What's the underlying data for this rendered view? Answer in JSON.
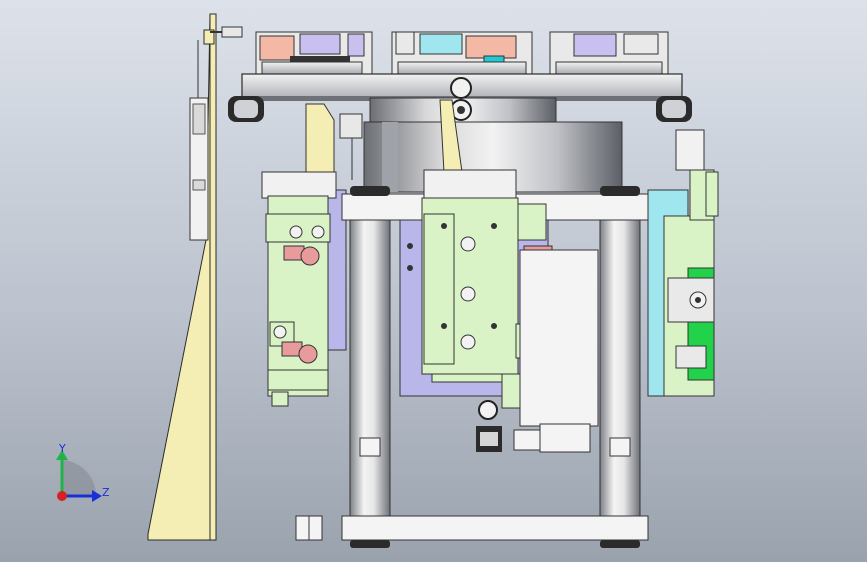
{
  "window": {
    "title": "",
    "kind": "3D CAD model viewport"
  },
  "colors": {
    "background_top": "#dde2ea",
    "background_bottom": "#9aa2ad",
    "plate_yellow": "#f4eeb4",
    "bracket_green": "#d9f3c7",
    "highlight_green": "#21d24a",
    "frame_gray": "#c8ccd4",
    "cylinder_mid": "#f0f0f0",
    "lavender_block": "#b9b6ea",
    "fitting_pink": "#e79b9b",
    "fixture_cyan": "#9fe6ee",
    "fixture_violet": "#c9c0f0",
    "fixture_salmon": "#f4b8a6",
    "axis_y": "#21b34a",
    "axis_z": "#1a2fd6",
    "axis_x": "#d92020"
  },
  "triad": {
    "y_label": "Y",
    "z_label": "Z",
    "y_icon": "y-axis-arrow-icon",
    "z_icon": "z-axis-arrow-icon",
    "x_icon": "x-axis-dot-icon"
  }
}
